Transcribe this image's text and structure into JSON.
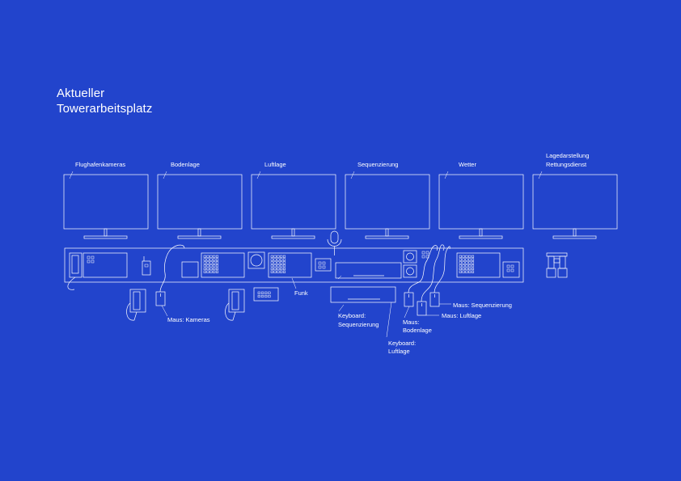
{
  "title": {
    "line1": "Aktueller",
    "line2": "Towerarbeitsplatz"
  },
  "monitors": [
    {
      "label": "Flughafenkameras"
    },
    {
      "label": "Bodenlage"
    },
    {
      "label": "Luftlage"
    },
    {
      "label": "Sequenzierung"
    },
    {
      "label": "Wetter"
    },
    {
      "label_line1": "Lagedarstellung",
      "label_line2": "Rettungsdienst"
    }
  ],
  "labels": {
    "funk": "Funk",
    "maus_kameras": "Maus: Kameras",
    "keyboard_seq_1": "Keyboard:",
    "keyboard_seq_2": "Sequenzierung",
    "keyboard_luft_1": "Keyboard:",
    "keyboard_luft_2": "Luftlage",
    "maus_boden_1": "Maus:",
    "maus_boden_2": "Bodenlage",
    "maus_luft": "Maus: Luftlage",
    "maus_seq": "Maus: Sequenzierung"
  },
  "colors": {
    "background": "#2244cc",
    "lines": "#ffffff"
  }
}
